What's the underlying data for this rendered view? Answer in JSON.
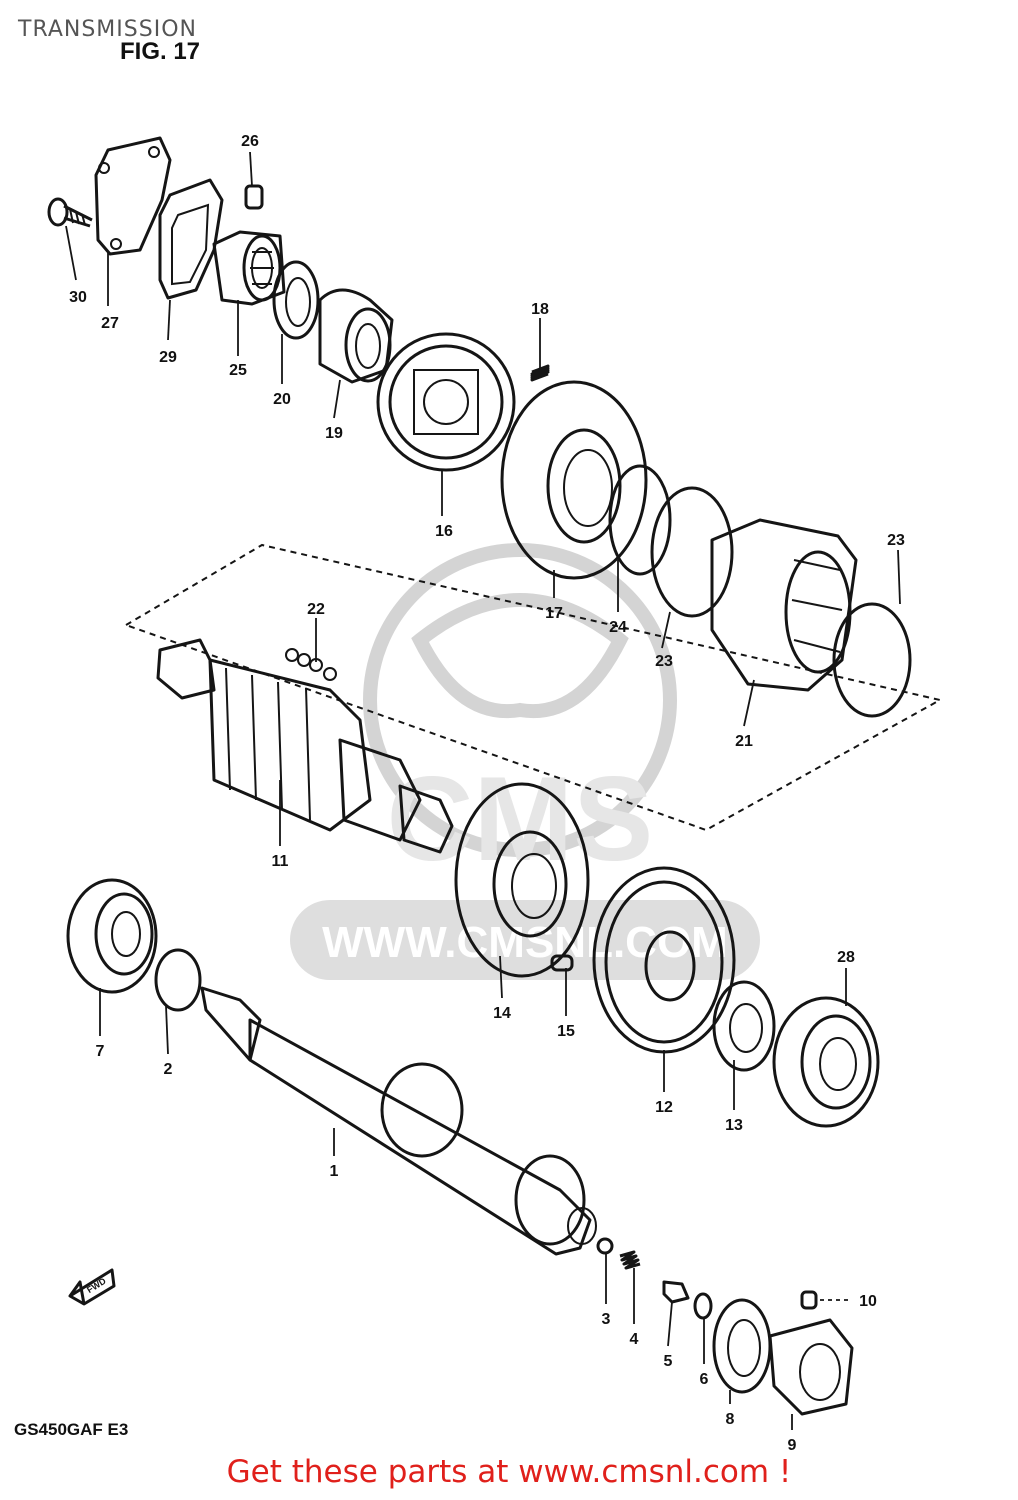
{
  "header": {
    "section_title": "TRANSMISSION",
    "figure_label": "FIG. 17"
  },
  "footer": {
    "model_code": "GS450GAF E3",
    "cta_text": "Get these parts at www.cmsnl.com !"
  },
  "watermark": {
    "logo_text": "CMS",
    "url_text": "WWW.CMSNL.COM"
  },
  "direction_marker": "FWD",
  "callouts": [
    "1",
    "2",
    "3",
    "4",
    "5",
    "6",
    "7",
    "8",
    "9",
    "10",
    "11",
    "12",
    "13",
    "14",
    "15",
    "16",
    "17",
    "18",
    "19",
    "20",
    "21",
    "22",
    "23",
    "23",
    "24",
    "25",
    "26",
    "27",
    "28",
    "29",
    "30"
  ]
}
